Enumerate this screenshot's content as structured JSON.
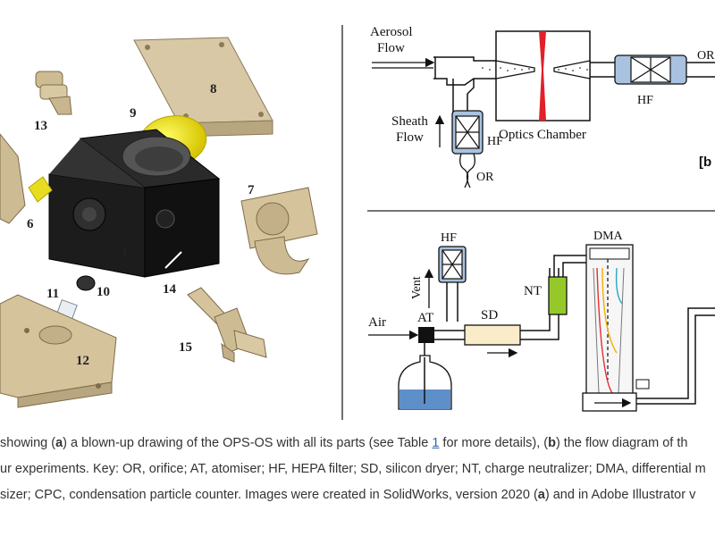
{
  "figure": {
    "part_numbers": [
      "1",
      "6",
      "7",
      "8",
      "9",
      "10",
      "11",
      "12",
      "13",
      "14",
      "15"
    ],
    "panel_b": {
      "aerosol_flow": [
        "Aerosol",
        "Flow"
      ],
      "sheath_flow": [
        "Sheath",
        "Flow"
      ],
      "optics_chamber": "Optics Chamber",
      "hf": "HF",
      "or": "OR",
      "panel_tag": "[b"
    },
    "panel_c": {
      "hf": "HF",
      "vent": "Vent",
      "nt": "NT",
      "dma": "DMA",
      "air": "Air",
      "at": "AT",
      "sd": "SD"
    }
  },
  "caption": {
    "line1": [
      {
        "t": " showing ("
      },
      {
        "t": "a",
        "b": true
      },
      {
        "t": ") a blown-up drawing of the OPS-OS with all its parts (see Table "
      },
      {
        "t": "1",
        "link": true
      },
      {
        "t": " for more details), ("
      },
      {
        "t": "b",
        "b": true
      },
      {
        "t": ") the flow diagram of th"
      }
    ],
    "line2": [
      {
        "t": "ur experiments. Key: OR, orifice; AT, atomiser; HF, HEPA filter; SD, silicon dryer; NT, charge neutralizer; DMA, differential m"
      }
    ],
    "line3": [
      {
        "t": "sizer; CPC, condensation particle counter. Images were created in SolidWorks, version 2020 ("
      },
      {
        "t": "a",
        "b": true
      },
      {
        "t": ") and in Adobe Illustrator v"
      }
    ]
  }
}
